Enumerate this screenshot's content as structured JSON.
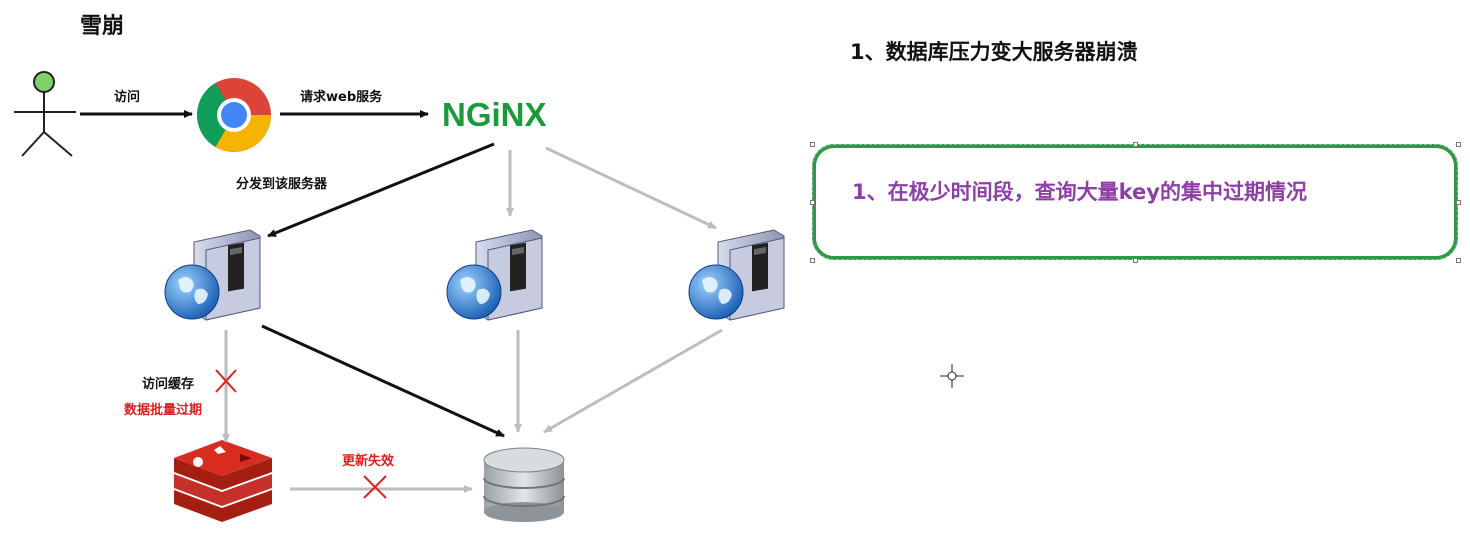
{
  "title": "雪崩",
  "heading": "1、数据库压力变大服务器崩溃",
  "note": "1、在极少时间段，查询大量key的集中过期情况",
  "nginx_logo": "NGiNX",
  "labels": {
    "visit": "访问",
    "request_web": "请求web服务",
    "dispatch": "分发到该服务器",
    "visit_cache": "访问缓存",
    "data_expired": "数据批量过期",
    "update_failed": "更新失效"
  },
  "colors": {
    "arrow_dark": "#111111",
    "arrow_light": "#bdbdbd",
    "cross": "#e02020",
    "note_border": "#2c9a45",
    "note_text": "#8e3fa7"
  }
}
